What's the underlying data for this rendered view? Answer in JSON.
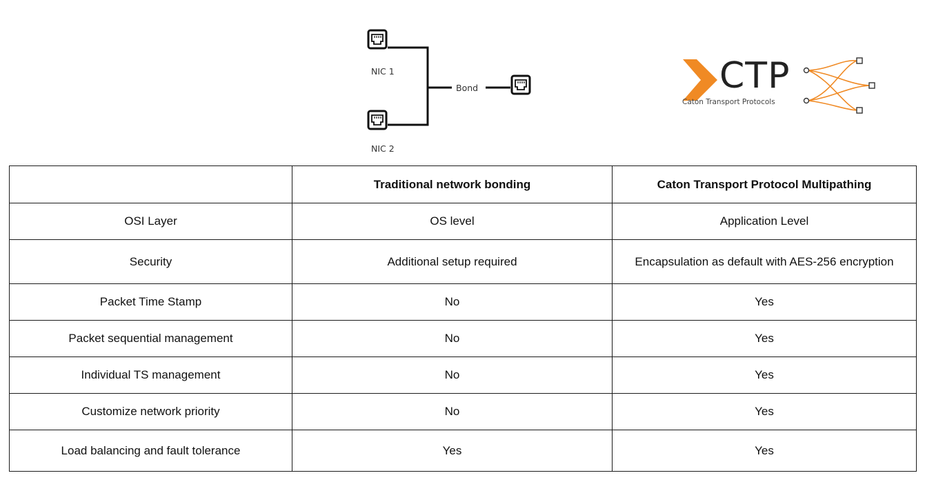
{
  "bonding_diagram": {
    "nic1_label": "NIC 1",
    "nic2_label": "NIC 2",
    "bond_label": "Bond",
    "port_icon": "ethernet-port-icon"
  },
  "ctp_logo": {
    "brand": "CTP",
    "subtitle": "Caton Transport Protocols",
    "brand_color": "#f08a24",
    "logo_icon": "caton-play-logo-icon",
    "paths_icon": "multipath-network-icon"
  },
  "table": {
    "headers": [
      "",
      "Traditional network bonding",
      "Caton Transport Protocol Multipathing"
    ],
    "rows": [
      [
        "OSI Layer",
        "OS level",
        "Application Level"
      ],
      [
        "Security",
        "Additional setup required",
        "Encapsulation as default with AES-256 encryption"
      ],
      [
        "Packet Time Stamp",
        "No",
        "Yes"
      ],
      [
        "Packet sequential management",
        "No",
        "Yes"
      ],
      [
        "Individual TS management",
        "No",
        "Yes"
      ],
      [
        "Customize network priority",
        "No",
        "Yes"
      ],
      [
        "Load balancing and fault tolerance",
        "Yes",
        "Yes"
      ]
    ]
  }
}
